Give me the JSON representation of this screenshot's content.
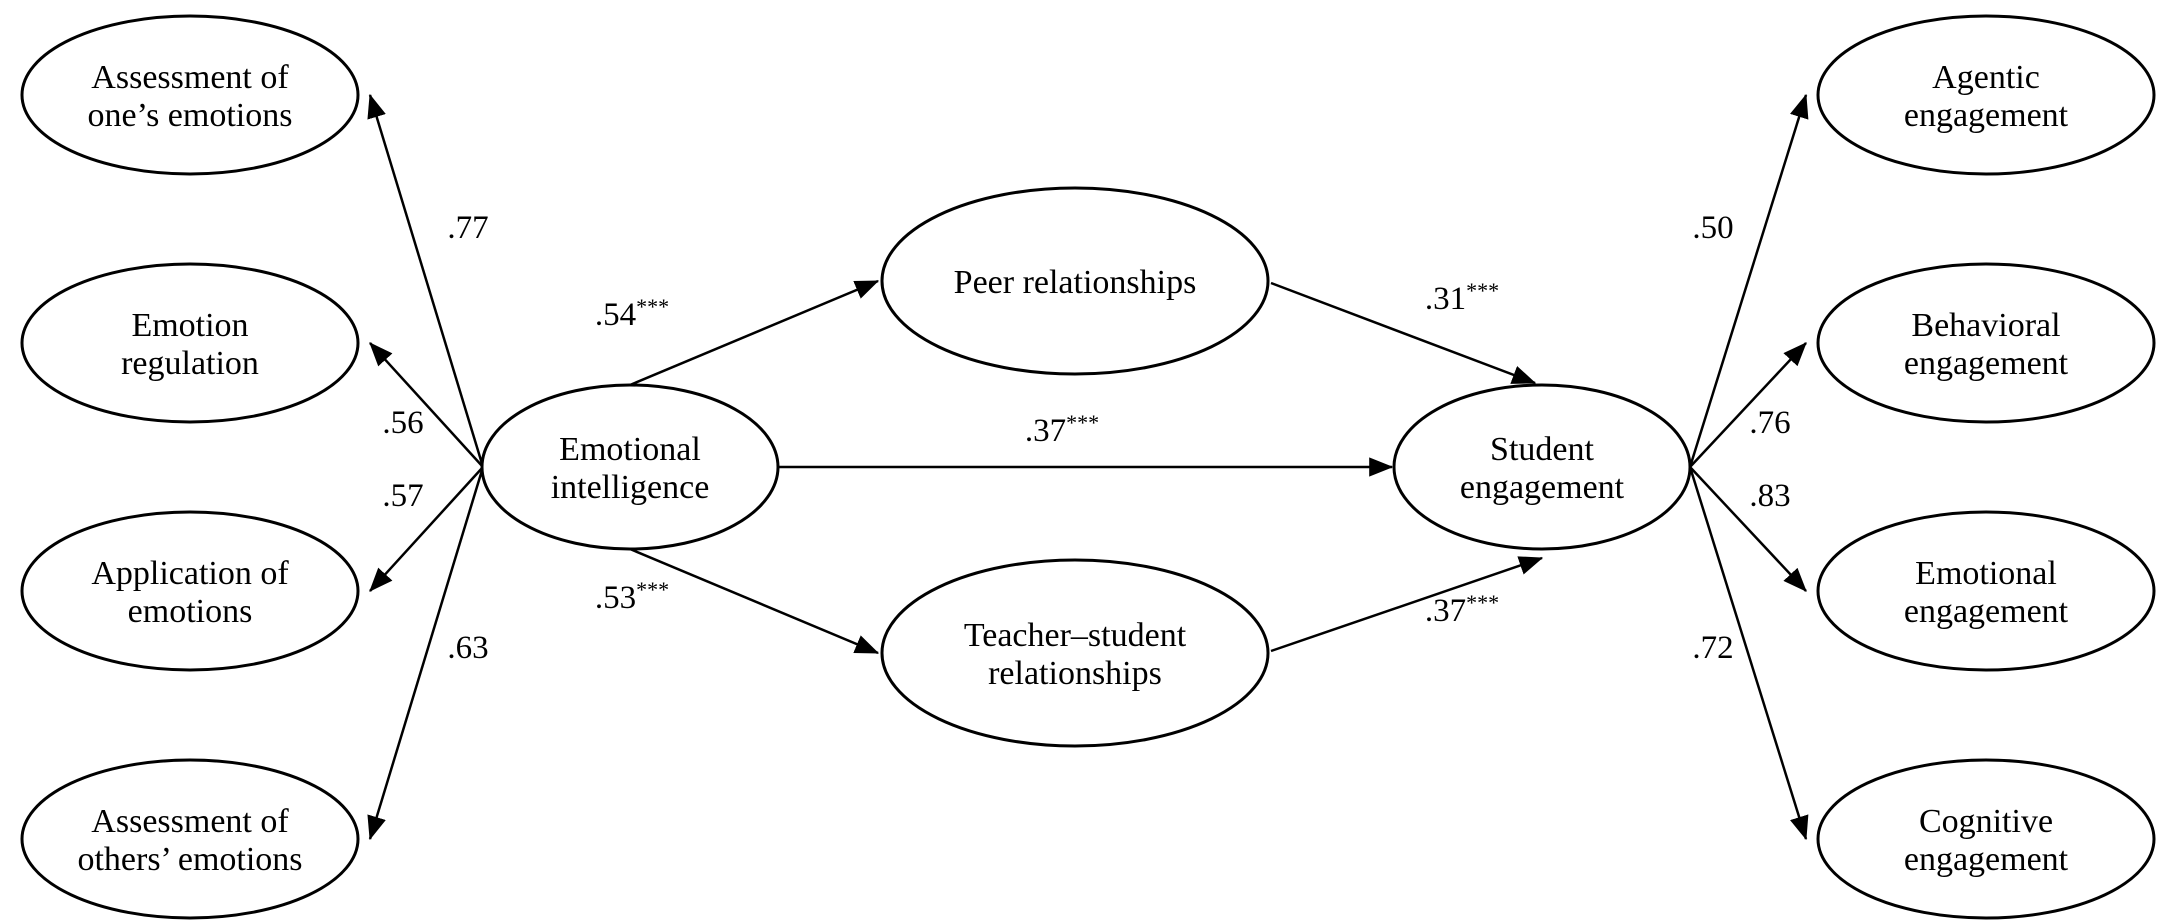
{
  "nodes": {
    "assess_own": {
      "lines": [
        "Assessment of",
        "one’s emotions"
      ]
    },
    "emotion_regulation": {
      "lines": [
        "Emotion",
        "regulation"
      ]
    },
    "application": {
      "lines": [
        "Application of",
        "emotions"
      ]
    },
    "assess_others": {
      "lines": [
        "Assessment of",
        "others’ emotions"
      ]
    },
    "ei": {
      "lines": [
        "Emotional",
        "intelligence"
      ]
    },
    "peer": {
      "lines": [
        "Peer relationships"
      ]
    },
    "teacher": {
      "lines": [
        "Teacher–student",
        "relationships"
      ]
    },
    "se": {
      "lines": [
        "Student",
        "engagement"
      ]
    },
    "agentic": {
      "lines": [
        "Agentic",
        "engagement"
      ]
    },
    "behavioral": {
      "lines": [
        "Behavioral",
        "engagement"
      ]
    },
    "emotional_eng": {
      "lines": [
        "Emotional",
        "engagement"
      ]
    },
    "cognitive": {
      "lines": [
        "Cognitive",
        "engagement"
      ]
    }
  },
  "edges": [
    {
      "from": "ei",
      "to": "assess_own",
      "value": ".77",
      "sig": ""
    },
    {
      "from": "ei",
      "to": "emotion_regulation",
      "value": ".56",
      "sig": ""
    },
    {
      "from": "ei",
      "to": "application",
      "value": ".57",
      "sig": ""
    },
    {
      "from": "ei",
      "to": "assess_others",
      "value": ".63",
      "sig": ""
    },
    {
      "from": "ei",
      "to": "peer",
      "value": ".54",
      "sig": "***"
    },
    {
      "from": "ei",
      "to": "se",
      "value": ".37",
      "sig": "***"
    },
    {
      "from": "ei",
      "to": "teacher",
      "value": ".53",
      "sig": "***"
    },
    {
      "from": "peer",
      "to": "se",
      "value": ".31",
      "sig": "***"
    },
    {
      "from": "teacher",
      "to": "se",
      "value": ".37",
      "sig": "***"
    },
    {
      "from": "se",
      "to": "agentic",
      "value": ".50",
      "sig": ""
    },
    {
      "from": "se",
      "to": "behavioral",
      "value": ".76",
      "sig": ""
    },
    {
      "from": "se",
      "to": "emotional_eng",
      "value": ".83",
      "sig": ""
    },
    {
      "from": "se",
      "to": "cognitive",
      "value": ".72",
      "sig": ""
    }
  ]
}
